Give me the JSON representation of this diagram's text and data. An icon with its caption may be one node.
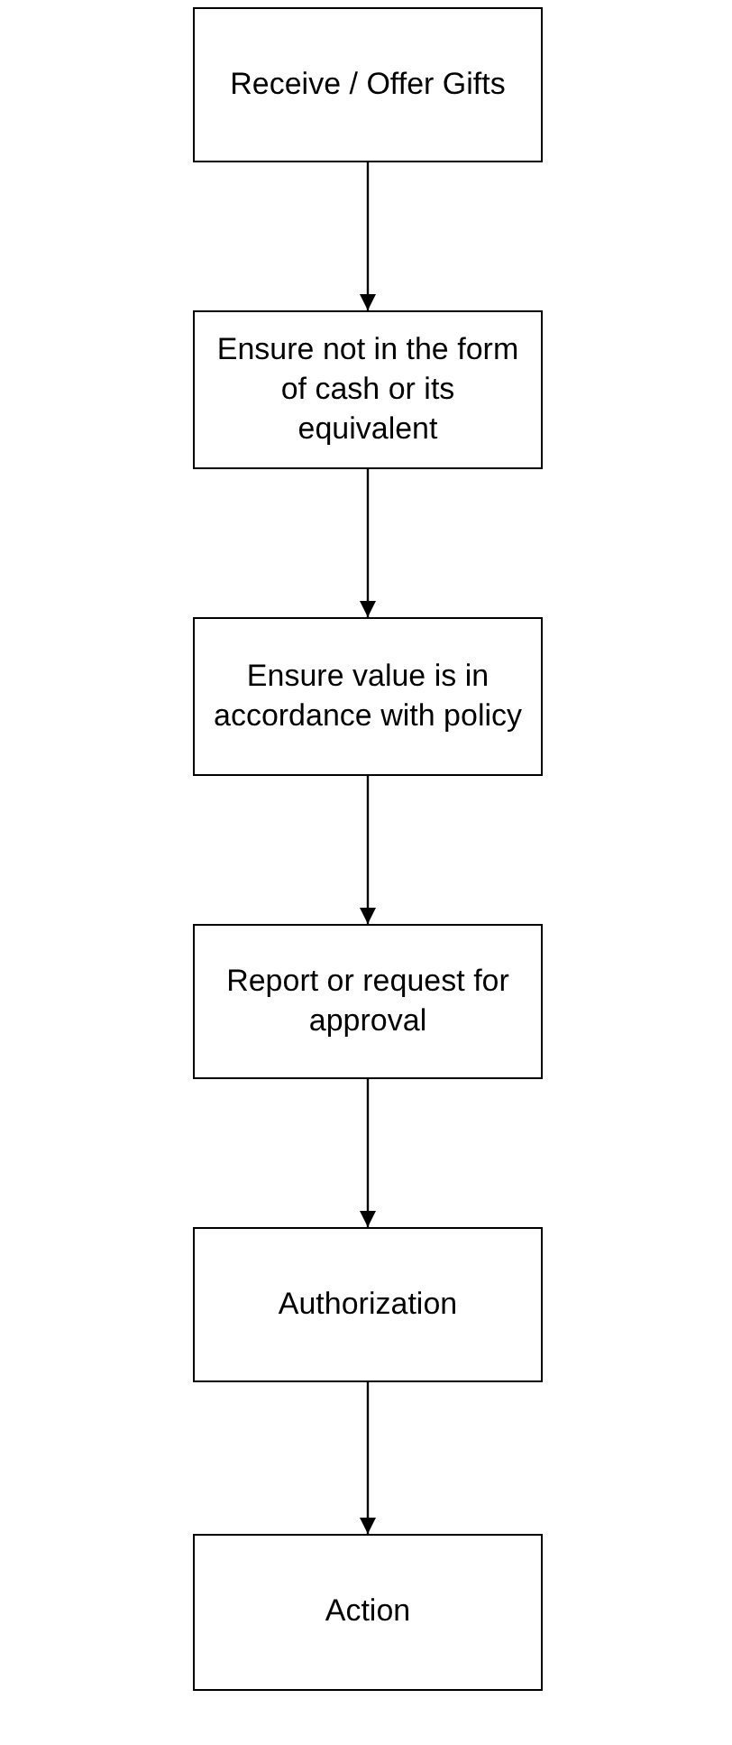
{
  "diagram": {
    "nodes": [
      {
        "text": [
          "Receive / Offer Gifts"
        ]
      },
      {
        "text": [
          "Ensure not in the form of cash or its equivalent"
        ]
      },
      {
        "text": [
          "Ensure value is in accordance with policy"
        ]
      },
      {
        "text": [
          "Report or request for approval"
        ]
      },
      {
        "text": [
          "Authorization"
        ]
      },
      {
        "text": [
          "Action"
        ]
      }
    ],
    "edges": [
      {
        "from": 0,
        "to": 1,
        "arrow": "to"
      },
      {
        "from": 1,
        "to": 2,
        "arrow": "to"
      },
      {
        "from": 2,
        "to": 3,
        "arrow": "to"
      },
      {
        "from": 3,
        "to": 4,
        "arrow": "to"
      },
      {
        "from": 4,
        "to": 5,
        "arrow": "to"
      }
    ]
  }
}
